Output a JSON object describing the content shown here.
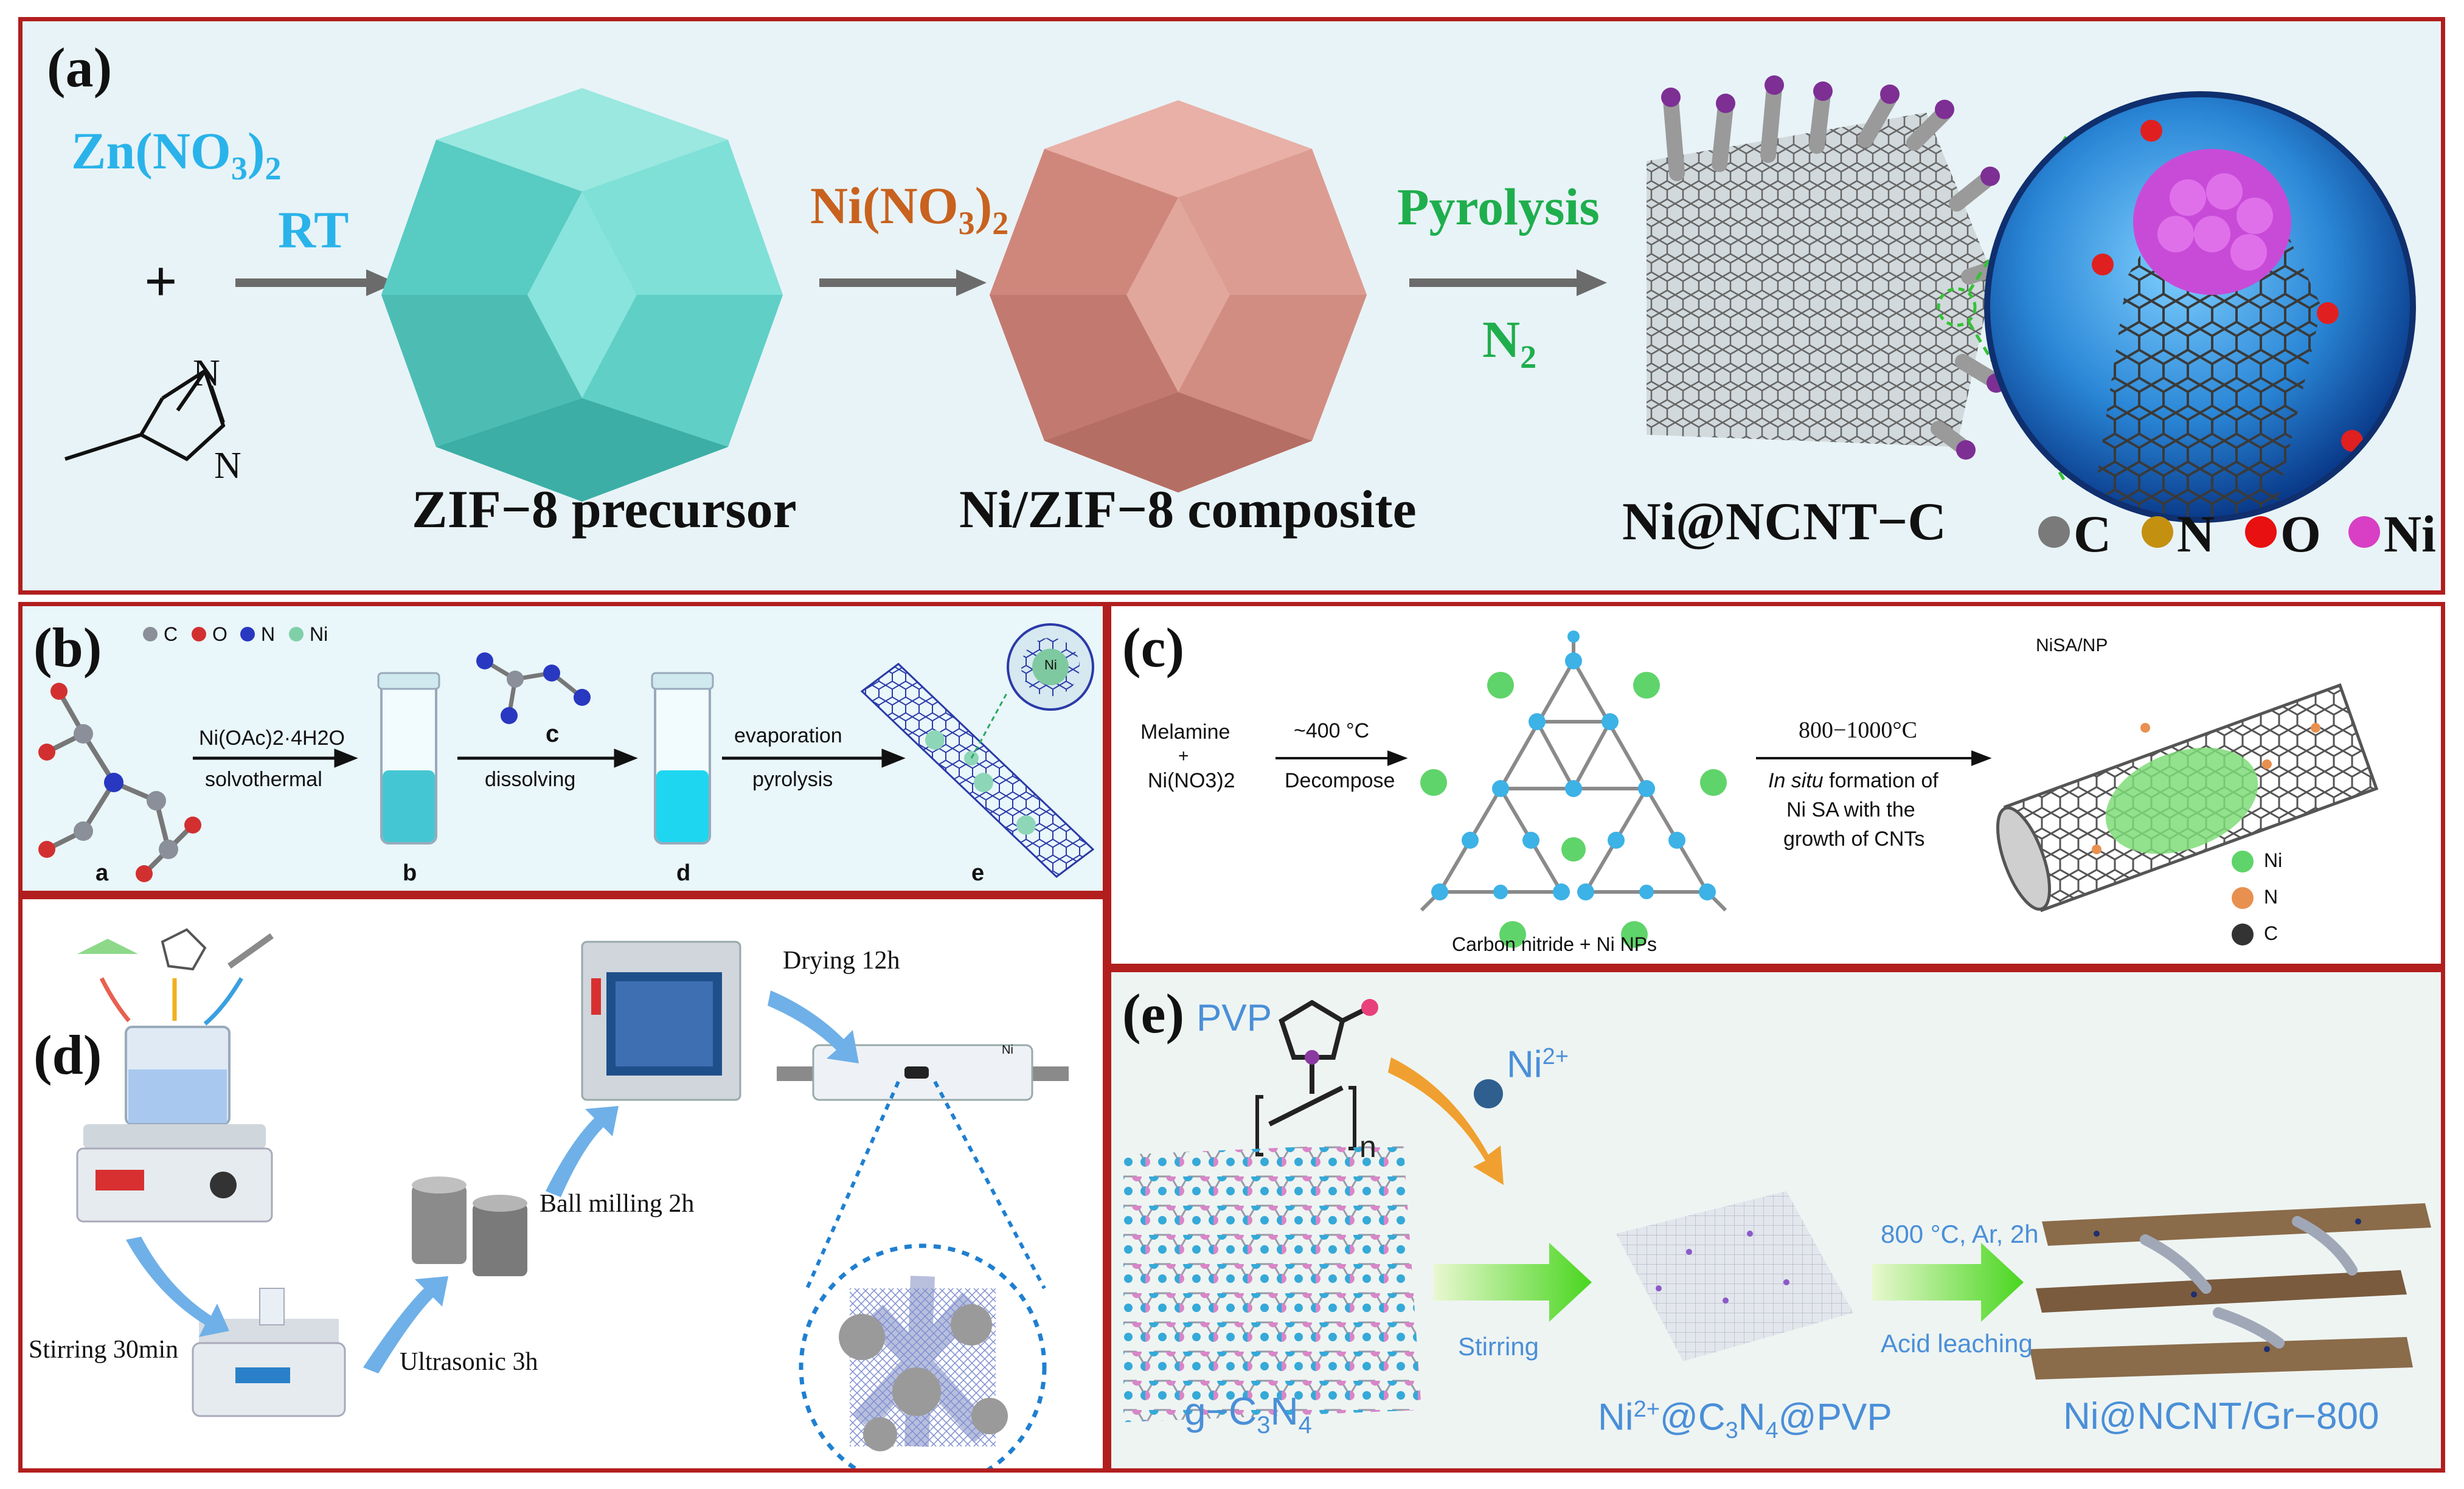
{
  "colors": {
    "frame": "#b21e1e",
    "cyan_text": "#2ab3ea",
    "orange_text": "#c8621e",
    "green_text": "#1fae4d",
    "ni_pink": "#d83fc4",
    "ni_green": "#5fd46a"
  },
  "a": {
    "label": "(a)",
    "reagent": "Zn(NO3)2",
    "reagent_main": "Zn(NO",
    "reagent_sub1": "3",
    "reagent_close": ")",
    "reagent_sub2": "2",
    "plus": "+",
    "rt": "RT",
    "ni_main": "Ni(NO",
    "ni_sub1": "3",
    "ni_close": ")",
    "ni_sub2": "2",
    "pyro": "Pyrolysis",
    "n2_main": "N",
    "n2_sub": "2",
    "imid_n1": "N",
    "imid_n2": "N",
    "cap1": "ZIF−8 precursor",
    "cap2": "Ni/ZIF−8 composite",
    "cap3": "Ni@NCNT−C",
    "legend": [
      {
        "sym": "C",
        "color": "#7a7a7a"
      },
      {
        "sym": "N",
        "color": "#c49010"
      },
      {
        "sym": "O",
        "color": "#e81010"
      },
      {
        "sym": "Ni",
        "color": "#d83fc4"
      }
    ]
  },
  "b": {
    "label": "(b)",
    "legend": [
      {
        "sym": "C",
        "color": "#8a8f99"
      },
      {
        "sym": "O",
        "color": "#d23030"
      },
      {
        "sym": "N",
        "color": "#2838c0"
      },
      {
        "sym": "Ni",
        "color": "#7fd0a8"
      }
    ],
    "step1_top": "Ni(OAc)2·4H2O",
    "step1_bot": "solvothermal",
    "c_letter": "c",
    "step2_bot": "dissolving",
    "step3_top": "evaporation",
    "step3_bot": "pyrolysis",
    "letters": [
      "a",
      "b",
      "d",
      "e"
    ],
    "ni_tag": "Ni"
  },
  "c": {
    "label": "(c)",
    "reac1": "Melamine",
    "reac_plus": "+",
    "reac2": "Ni(NO3)2",
    "temp1": "~400 °C",
    "decompose": "Decompose",
    "temp2": "800−1000°C",
    "insitu_em": "In situ",
    "insitu_rest": " formation of",
    "insitu2": "Ni SA with the",
    "insitu3": "growth of CNTs",
    "caption": "Carbon nitride + Ni NPs",
    "tube_title": "NiSA/NP",
    "legend": [
      {
        "sym": "Ni",
        "color": "#5fd46a"
      },
      {
        "sym": "N",
        "color": "#e89050"
      },
      {
        "sym": "C",
        "color": "#333333"
      }
    ]
  },
  "d": {
    "label": "(d)",
    "drying": "Drying 12h",
    "ball": "Ball milling 2h",
    "stirring": "Stirring 30min",
    "ultra": "Ultrasonic 3h",
    "ni_tag": "Ni"
  },
  "e": {
    "label": "(e)",
    "pvp": "PVP",
    "ni2_main": "Ni",
    "ni2_sup": "2+",
    "n_sub": "n",
    "stirring": "Stirring",
    "cond1": "800 °C, Ar, 2h",
    "cond2": "Acid leaching",
    "g_main": "g−C",
    "g_sub1": "3",
    "g_n": "N",
    "g_sub2": "4",
    "mid_a": "Ni",
    "mid_sup": "2+",
    "mid_b": "@C",
    "mid_sub1": "3",
    "mid_c": "N",
    "mid_sub2": "4",
    "mid_d": "@PVP",
    "right": "Ni@NCNT/Gr−800"
  }
}
